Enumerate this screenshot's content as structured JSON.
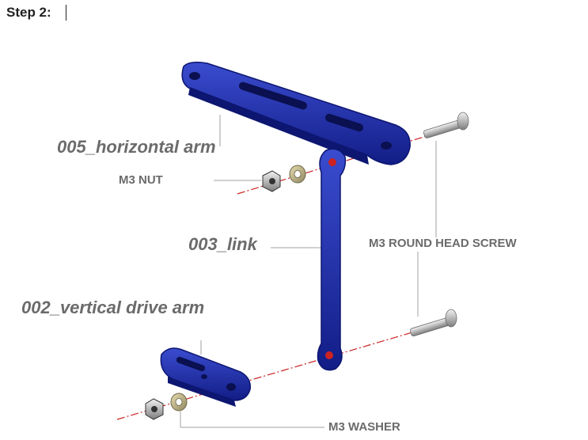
{
  "heading": "Step 2:",
  "labels": {
    "horizontal_arm": "005_horizontal arm",
    "m3_nut": "M3 NUT",
    "link": "003_link",
    "m3_round_head_screw": "M3 ROUND HEAD SCREW",
    "vertical_drive_arm": "002_vertical drive arm",
    "m3_washer": "M3 WASHER"
  },
  "colors": {
    "part_blue": "#1f2fa8",
    "part_blue_light": "#3a4ccf",
    "part_blue_dark": "#0d1670",
    "axis_red": "#cc2222",
    "leader_gray": "#a0a0a0",
    "label_gray": "#6b6b6b"
  }
}
